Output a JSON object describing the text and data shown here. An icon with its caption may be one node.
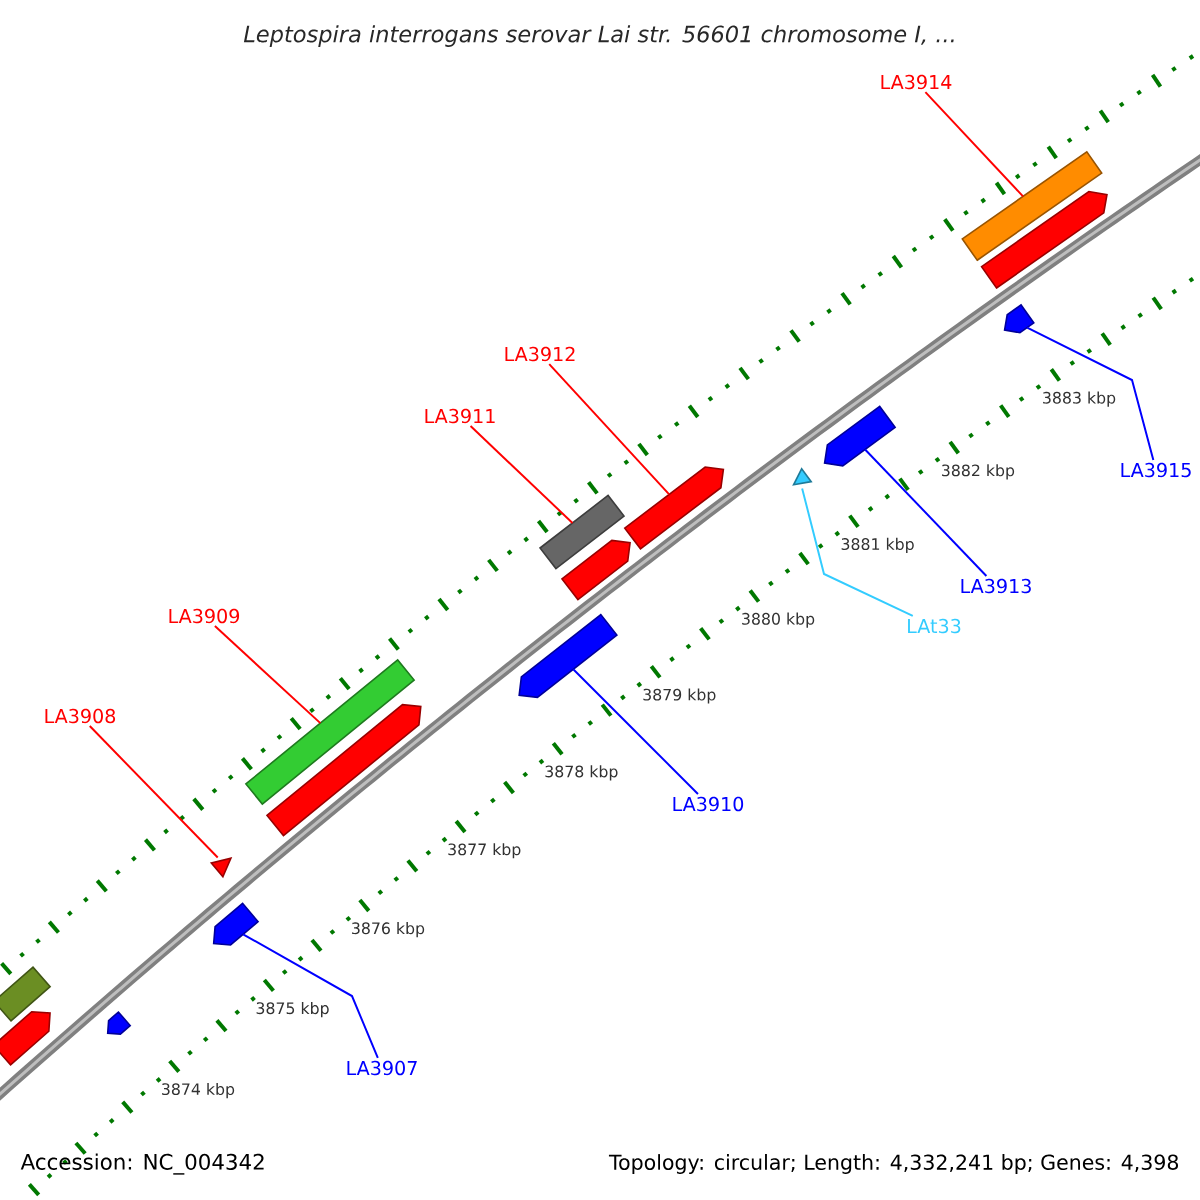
{
  "diagram": {
    "title": "Leptospira interrogans serovar Lai str. 56601 chromosome I, ...",
    "nodes": [
      {
        "text": [
          "LA3914"
        ]
      },
      {
        "text": [
          "LA3912"
        ]
      },
      {
        "text": [
          "LA3911"
        ]
      },
      {
        "text": [
          "LA3915"
        ]
      },
      {
        "text": [
          "LA3913"
        ]
      },
      {
        "text": [
          "LA3909"
        ]
      },
      {
        "text": [
          "LAt33"
        ]
      },
      {
        "text": [
          "LA3908"
        ]
      },
      {
        "text": [
          "LA3910"
        ]
      },
      {
        "text": [
          "LA3907"
        ]
      },
      {
        "text": [],
        "shape": "bar"
      },
      {
        "text": [],
        "shape": "arrow"
      },
      {
        "text": [],
        "shape": "arrow"
      },
      {
        "text": [],
        "shape": "triangle"
      },
      {
        "text": [],
        "shape": "arrow"
      },
      {
        "text": [],
        "shape": "bar"
      },
      {
        "text": [],
        "shape": "arrow"
      },
      {
        "text": [],
        "shape": "arrow"
      },
      {
        "text": [],
        "shape": "bar"
      },
      {
        "text": [],
        "shape": "arrow"
      },
      {
        "text": [],
        "shape": "arrow"
      },
      {
        "text": [],
        "shape": "triangle"
      },
      {
        "text": [],
        "shape": "arrow"
      },
      {
        "text": [],
        "shape": "arrow"
      },
      {
        "text": [],
        "shape": "bar"
      },
      {
        "text": [],
        "shape": "arrow"
      }
    ],
    "edges": [
      {
        "from": 0,
        "to": 24,
        "arrow": "none"
      },
      {
        "from": 1,
        "to": 20,
        "arrow": "none"
      },
      {
        "from": 2,
        "to": 18,
        "arrow": "none"
      },
      {
        "from": 3,
        "to": 23,
        "arrow": "none",
        "color": "#0000ff"
      },
      {
        "from": 4,
        "to": 22,
        "arrow": "none",
        "color": "#0000ff"
      },
      {
        "from": 5,
        "to": 15,
        "arrow": "none"
      },
      {
        "from": 6,
        "to": 21,
        "arrow": "none",
        "color": "#33ccff"
      },
      {
        "from": 7,
        "to": 13,
        "arrow": "none"
      },
      {
        "from": 8,
        "to": 17,
        "arrow": "none",
        "color": "#0000ff"
      },
      {
        "from": 9,
        "to": 14,
        "arrow": "none",
        "color": "#0000ff"
      }
    ],
    "labels": [
      "3883 kbp",
      "3882 kbp",
      "3881 kbp",
      "3880 kbp",
      "3879 kbp",
      "3878 kbp",
      "3877 kbp",
      "3876 kbp",
      "3875 kbp",
      "3874 kbp",
      "Accession: NC_004342",
      "Topology: circular; Length: 4,332,241 bp; Genes: 4,398"
    ]
  }
}
